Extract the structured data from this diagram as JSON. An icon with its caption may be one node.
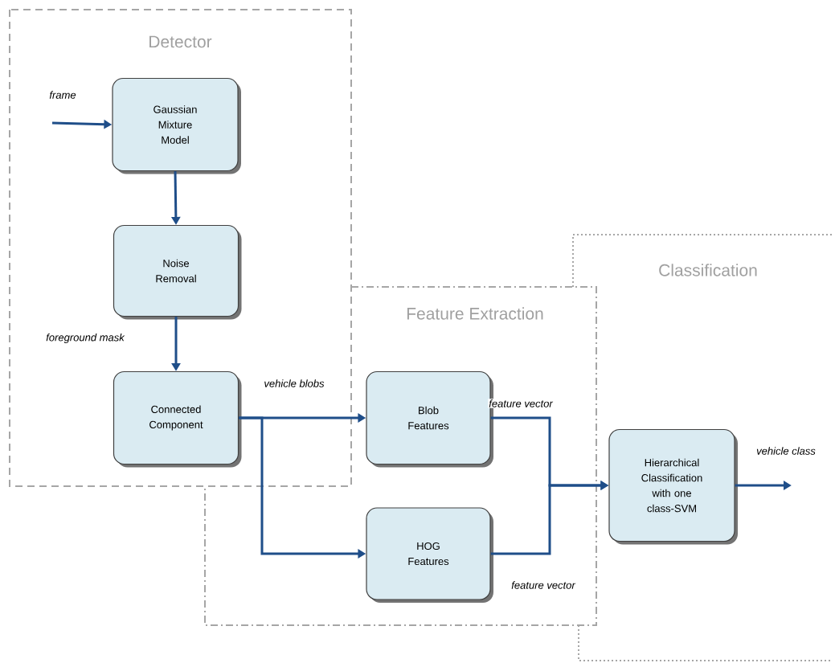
{
  "diagram": {
    "nodes": [
      {
        "text": [
          "Detector"
        ]
      },
      {
        "text": [
          "Gaussian Mixture Model"
        ],
        "in": 0
      },
      {
        "text": [
          "Noise Removal"
        ],
        "in": 0
      },
      {
        "text": [
          "Connected Component"
        ],
        "in": 0
      },
      {
        "text": [
          "Feature Extraction"
        ]
      },
      {
        "text": [
          "Blob Features"
        ],
        "in": 4
      },
      {
        "text": [
          "HOG Features"
        ],
        "in": 4
      },
      {
        "text": [
          "Classification"
        ]
      },
      {
        "text": [
          "Hierarchical Classification with one class-SVM"
        ],
        "in": 7
      }
    ],
    "edges": [
      {
        "from": null,
        "to": 1,
        "arrow": "to",
        "label": "frame"
      },
      {
        "from": 1,
        "to": 2,
        "arrow": "to"
      },
      {
        "from": 2,
        "to": 3,
        "arrow": "to",
        "label": "foreground mask"
      },
      {
        "from": 3,
        "to": 5,
        "arrow": "to",
        "label": "vehicle blobs"
      },
      {
        "from": 3,
        "to": 6,
        "arrow": "to"
      },
      {
        "from": 5,
        "to": 8,
        "arrow": "to",
        "label": "feature vector"
      },
      {
        "from": 6,
        "to": 8,
        "arrow": "to",
        "label": "feature vector"
      },
      {
        "from": 8,
        "to": null,
        "arrow": "to",
        "label": "vehicle class"
      }
    ]
  }
}
